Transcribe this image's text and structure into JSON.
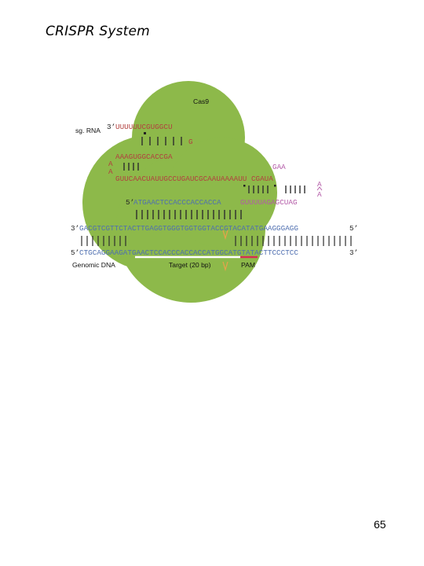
{
  "page": {
    "title": "CRISPR System",
    "page_number": "65"
  },
  "diagram": {
    "labels": {
      "cas9": "Cas9",
      "sgrna": "sg. RNA",
      "genomic_dna": "Genomic DNA",
      "target": "Target (20 bp)",
      "pam": "PAM"
    },
    "primes": {
      "three": "3’",
      "five": "5’"
    },
    "sgrna_seq": {
      "line1": "UUUUUUCGUGGCU",
      "g": "G",
      "line2": "AAAGUGGCACCGA",
      "a1": "A",
      "a2": "A",
      "gaa": "GAA",
      "line3": "GUUCAACUAUUGCCUGAUCGCAAUAAAAUU CGAUA",
      "a3": "A",
      "a4": "A",
      "guide_spacer": "ATGAACTCCACCCACCACCA",
      "guide_tail": "GUUUUAGAGCUAG"
    },
    "dna": {
      "top": "GACGTCGTTCTACTTGAGGTGGGTGGTGGTACCGTACATATGAAGGGAGG",
      "bottom_left": "CTGCAGGAAGATGAACTCCACCCACCACCATGGCATGTATACTTCCCTCC"
    },
    "colors": {
      "cas9_fill": "#8db94a",
      "rna_red": "#b2403e",
      "rna_purple": "#b35aa7",
      "dna_blue": "#4f6fb0",
      "pam_bar": "#d62f52",
      "cut_mark": "#e8a24a"
    }
  }
}
